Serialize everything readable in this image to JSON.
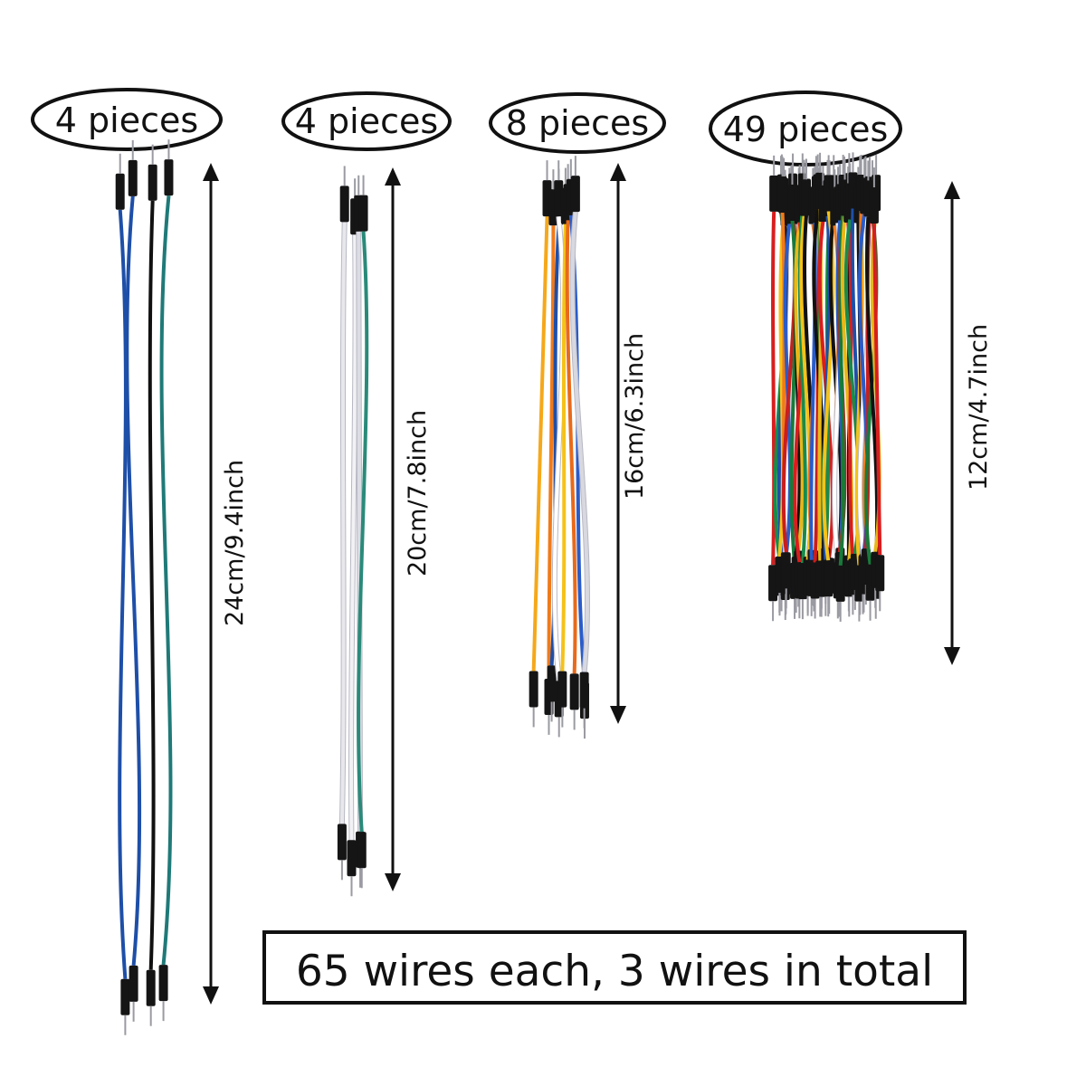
{
  "groups": [
    {
      "pieces_label": "4 pieces",
      "length_label": "24cm/9.4inch",
      "wire_colors": [
        "#1e4fa8",
        "#1e4fa8",
        "#111111",
        "#1f7a78"
      ]
    },
    {
      "pieces_label": "4 pieces",
      "length_label": "20cm/7.8inch",
      "wire_colors": [
        "#e8e8ec",
        "#f2f2f5",
        "#dcdce4",
        "#2a8a7a"
      ]
    },
    {
      "pieces_label": "8 pieces",
      "length_label": "16cm/6.3inch",
      "wire_colors": [
        "#f5a81a",
        "#f07a1a",
        "#1e4fa8",
        "#ffffff",
        "#f5c21a",
        "#e86a1a",
        "#2a5bc8",
        "#d8d8e0"
      ]
    },
    {
      "pieces_label": "49 pieces",
      "length_label": "12cm/4.7inch",
      "wire_colors": [
        "#d81e1e",
        "#1a8a4a",
        "#1e4fa8",
        "#f5c21a",
        "#111111",
        "#f07a1a",
        "#ffffff",
        "#2a5bc8",
        "#c81e1e",
        "#187a3a",
        "#111111",
        "#e8b81a"
      ]
    }
  ],
  "total_label": "65 wires each, 3 wires in total"
}
